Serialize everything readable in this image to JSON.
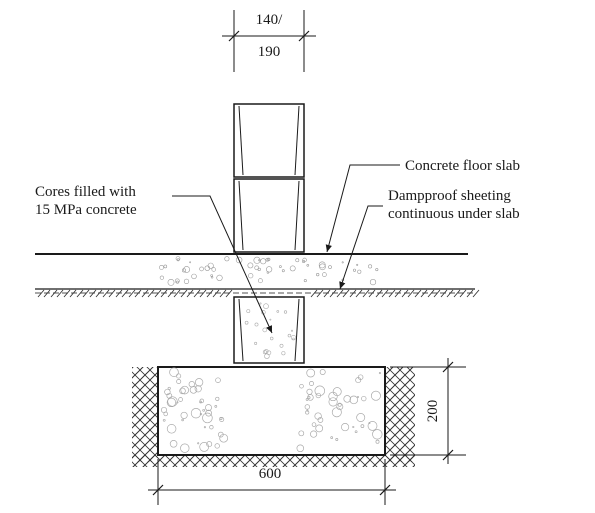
{
  "diagram": {
    "wall_width_dim": {
      "line1": "140/",
      "line2": "190"
    },
    "footing_height_dim": "200",
    "footing_width_dim": "600",
    "labels": {
      "floor_slab": "Concrete floor slab",
      "dampproof_line1": "Dampproof sheeting",
      "dampproof_line2": "continuous under slab",
      "cores_line1": "Cores filled with",
      "cores_line2": "15 MPa concrete"
    }
  }
}
